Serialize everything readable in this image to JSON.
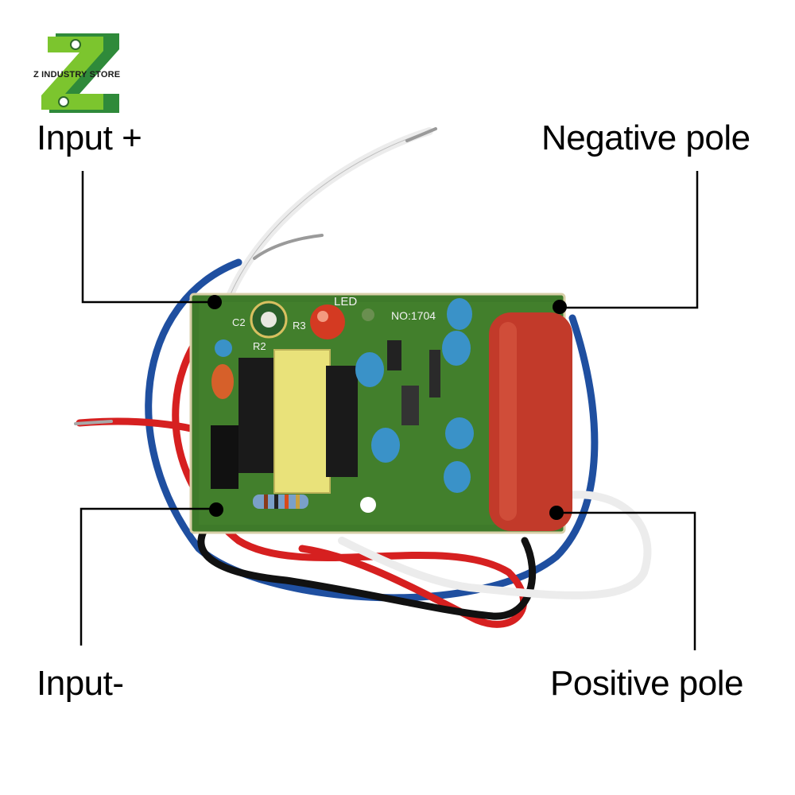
{
  "logo": {
    "text": "Z INDUSTRY STORE"
  },
  "labels": {
    "input_plus": "Input +",
    "input_minus": "Input-",
    "negative_pole": "Negative pole",
    "positive_pole": "Positive pole"
  },
  "board": {
    "model": "NO:1704",
    "led": "LED",
    "c2": "C2",
    "r2": "R2",
    "r3": "R3"
  },
  "colors": {
    "pcb": "#3e7a2a",
    "capacitor_red": "#c23a2a",
    "wire_blue": "#1f4fa0",
    "wire_red": "#d62020",
    "wire_black": "#111111",
    "wire_white": "#ececec",
    "logo_green": "#6fbf2a"
  }
}
